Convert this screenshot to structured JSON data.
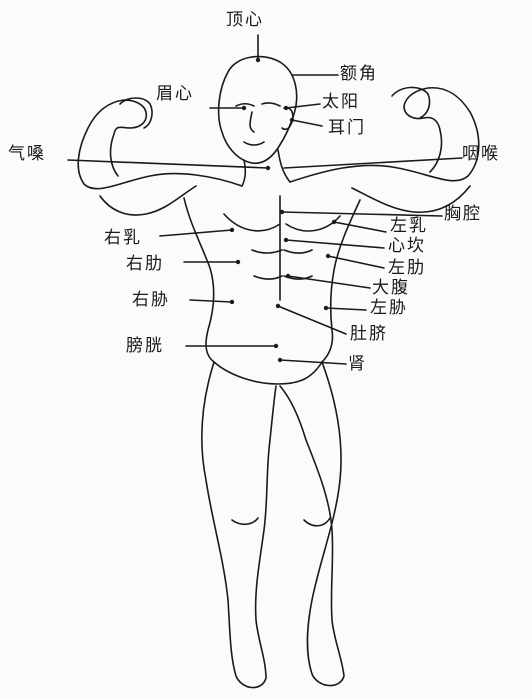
{
  "labels": {
    "dingxin": "顶心",
    "ejiao": "额角",
    "meixin": "眉心",
    "taiyang": "太阳",
    "ermen": "耳门",
    "qizao": "气嗓",
    "yanhou": "咽喉",
    "xiongqiang": "胸腔",
    "youru": "右乳",
    "zuoru": "左乳",
    "xinkan": "心坎",
    "youlei_upper": "右肋",
    "zuolei_upper": "左肋",
    "dafu": "大腹",
    "youlei_lower": "右胁",
    "zuolei_lower": "左胁",
    "duqi": "肚脐",
    "pangguang": "膀胱",
    "shen": "肾"
  },
  "colors": {
    "ink": "#1a1a1a",
    "paper": "#fbfbf9"
  }
}
